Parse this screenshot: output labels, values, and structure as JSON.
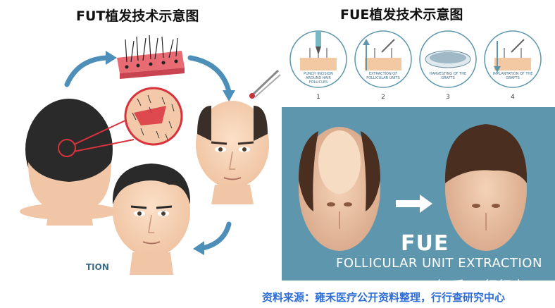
{
  "fut_title": "FUT植发技术示意图",
  "fue_title": "FUE植发技术示意图",
  "fut_partial_label": "TION",
  "fue_steps": [
    {
      "number": "1",
      "caption": "PUNCH INCISION AROUND HAIR FOLLICLES"
    },
    {
      "number": "2",
      "caption": "EXTRACTION OF FOLLICULAR UNITS"
    },
    {
      "number": "3",
      "caption": "HARVESTING OF THE GRAFTS"
    },
    {
      "number": "4",
      "caption": "IMPLANTATION OF THE GRAFTS"
    }
  ],
  "fue_banner_title": "FUE",
  "fue_banner_subtitle": "FOLLICULAR UNIT EXTRACTION",
  "watermark": "知乎 @行行查",
  "source_note": "资料来源：雍禾医疗公开资料整理，行行查研究中心",
  "colors": {
    "panel_blue": "#5e97ad",
    "arrow_blue": "#4d8fb8",
    "source_blue": "#2f6ed6"
  }
}
